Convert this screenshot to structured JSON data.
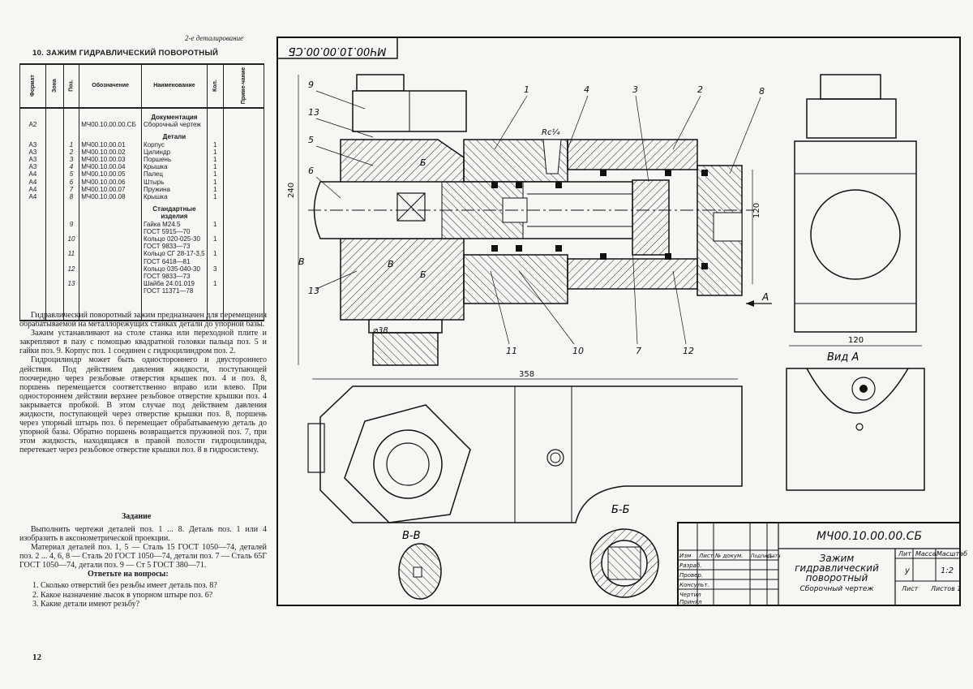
{
  "chapter": "2-е деталирование",
  "title": "10. ЗАЖИМ ГИДРАВЛИЧЕСКИЙ ПОВОРОТНЫЙ",
  "spec_headers": [
    "Формат",
    "Зона",
    "Обозначение",
    "Наименование",
    "Кол.",
    "Приме-чание"
  ],
  "spec_rows": [
    {
      "type": "section",
      "name": "Документация"
    },
    {
      "format": "А2",
      "pos": "",
      "code": "МЧ00.10.00.00.СБ",
      "name": "Сборочный чертеж",
      "qty": ""
    },
    {
      "type": "section",
      "name": "Детали"
    },
    {
      "format": "А3",
      "pos": "1",
      "code": "МЧ00.10.00.01",
      "name": "Корпус",
      "qty": "1"
    },
    {
      "format": "А3",
      "pos": "2",
      "code": "МЧ00.10.00.02",
      "name": "Цилиндр",
      "qty": "1"
    },
    {
      "format": "А3",
      "pos": "3",
      "code": "МЧ00.10.00.03",
      "name": "Поршень",
      "qty": "1"
    },
    {
      "format": "А3",
      "pos": "4",
      "code": "МЧ00.10.00.04",
      "name": "Крышка",
      "qty": "1"
    },
    {
      "format": "А4",
      "pos": "5",
      "code": "МЧ00.10.00.05",
      "name": "Палец",
      "qty": "1"
    },
    {
      "format": "А4",
      "pos": "6",
      "code": "МЧ00.10.00.06",
      "name": "Штырь",
      "qty": "1"
    },
    {
      "format": "А4",
      "pos": "7",
      "code": "МЧ00.10.00.07",
      "name": "Пружина",
      "qty": "1"
    },
    {
      "format": "А4",
      "pos": "8",
      "code": "МЧ00.10.00.08",
      "name": "Крышка",
      "qty": "1"
    },
    {
      "type": "section",
      "name": "Стандартные изделия"
    },
    {
      "format": "",
      "pos": "9",
      "code": "",
      "name": "Гайка М24.5",
      "qty": "1"
    },
    {
      "format": "",
      "pos": "",
      "code": "",
      "name": "ГОСТ 5915—70",
      "qty": ""
    },
    {
      "format": "",
      "pos": "10",
      "code": "",
      "name": "Кольцо 020-025-30",
      "qty": "1"
    },
    {
      "format": "",
      "pos": "",
      "code": "",
      "name": "ГОСТ 9833—73",
      "qty": ""
    },
    {
      "format": "",
      "pos": "11",
      "code": "",
      "name": "Кольцо СГ 28-17-3,5",
      "qty": "1"
    },
    {
      "format": "",
      "pos": "",
      "code": "",
      "name": "ГОСТ 6418—81",
      "qty": ""
    },
    {
      "format": "",
      "pos": "12",
      "code": "",
      "name": "Кольцо 035-040-30",
      "qty": "3"
    },
    {
      "format": "",
      "pos": "",
      "code": "",
      "name": "ГОСТ 9833—73",
      "qty": ""
    },
    {
      "format": "",
      "pos": "13",
      "code": "",
      "name": "Шайба 24.01.019",
      "qty": "1"
    },
    {
      "format": "",
      "pos": "",
      "code": "",
      "name": "ГОСТ 11371—78",
      "qty": ""
    }
  ],
  "description": [
    "Гидравлический поворотный зажим предназначен для перемещения обрабатываемой на металлорежущих станках детали до упорной базы.",
    "Зажим устанавливают на столе станка или переходной плите и закрепляют в пазу с помощью квадратной головки пальца поз. 5 и гайки поз. 9. Корпус поз. 1 соединен с гидроцилиндром поз. 2.",
    "Гидроцилиндр может быть одностороннего и двустороннего действия. Под действием давления жидкости, поступающей поочередно через резьбовые отверстия крышек поз. 4 и поз. 8, поршень перемещается соответственно вправо или влево. При одностороннем действии верхнее резьбовое отверстие крышки поз. 4 закрывается пробкой. В этом случае под действием давления жидкости, поступающей через отверстие крышки поз. 8, поршень через упорный штырь поз. 6 перемещает обрабатываемую деталь до упорной базы. Обратно поршень возвращается пружиной поз. 7, при этом жидкость, находящаяся в правой полости гидроцилиндра, перетекает через резьбовое отверстие крышки поз. 8 в гидросистему."
  ],
  "task_heading": "Задание",
  "task": [
    "Выполнить чертежи деталей поз. 1 ... 8. Деталь поз. 1 или 4 изобразить в аксонометрической проекции.",
    "Материал деталей поз. 1, 5 — Сталь 15 ГОСТ 1050—74, деталей поз. 2 ... 4, 6, 8 — Сталь 20 ГОСТ 1050—74, детали поз. 7 — Сталь 65Г ГОСТ 1050—74, детали поз. 9 — Ст 5 ГОСТ 380—71."
  ],
  "questions_heading": "Ответьте на вопросы:",
  "questions": [
    "1. Сколько отверстий без резьбы имеет деталь поз. 8?",
    "2. Какое назначение лысок в упорном штыре поз. 6?",
    "3. Какие детали имеют резьбу?"
  ],
  "page_number": "12",
  "drawing": {
    "code_stamp": "МЧ00.10.00.00.СБ",
    "callouts": [
      "9",
      "13",
      "5",
      "6",
      "1",
      "4",
      "3",
      "2",
      "8",
      "13",
      "11",
      "10",
      "7",
      "12"
    ],
    "thread": "Rc¼",
    "dims": {
      "height": "240",
      "width": "358",
      "d38": "⌀38",
      "h120": "120",
      "w120": "120"
    },
    "section_marks": [
      "Б",
      "Б",
      "В",
      "В",
      "А"
    ],
    "view_a": "Вид А",
    "sec_bb": "Б-Б",
    "sec_vv": "В-В",
    "title_block": {
      "code": "МЧ00.10.00.00.СБ",
      "name_l1": "Зажим",
      "name_l2": "гидравлический",
      "name_l3": "поворотный",
      "doc_type": "Сборочный чертеж",
      "col_lit": "Лит",
      "col_mass": "Масса",
      "col_scale": "Масштаб",
      "lit_val": "у",
      "scale_val": "1:2",
      "sheet": "Лист",
      "sheets": "Листов 1",
      "hdr": [
        "Изм",
        "Лист",
        "№ докум.",
        "Подпись",
        "Дата"
      ],
      "roles": [
        "Разраб.",
        "Провер.",
        "Консульт.",
        "Чертил",
        "Принял"
      ]
    }
  }
}
